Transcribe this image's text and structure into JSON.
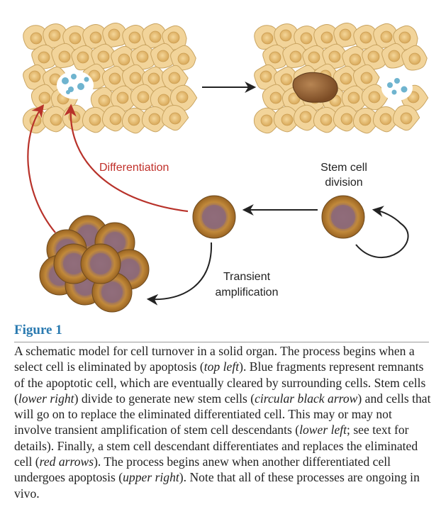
{
  "labels": {
    "differentiation": "Differentiation",
    "stem_cell_division_line1": "Stem cell",
    "stem_cell_division_line2": "division",
    "transient_line1": "Transient",
    "transient_line2": "amplification"
  },
  "figure": {
    "title": "Figure 1",
    "caption": [
      {
        "t": "A schematic model for cell turnover in a solid organ. The process begins when a select cell is eliminated by apoptosis ("
      },
      {
        "t": "top left",
        "i": true
      },
      {
        "t": "). Blue fragments represent remnants of the apoptotic cell, which are eventually cleared by surrounding cells. Stem cells ("
      },
      {
        "t": "lower right",
        "i": true
      },
      {
        "t": ") divide to generate new stem cells ("
      },
      {
        "t": "circular black arrow",
        "i": true
      },
      {
        "t": ") and cells that will go on to replace the eliminated differentiated cell. This may or may not involve transient amplification of stem cell descendants ("
      },
      {
        "t": "lower left",
        "i": true
      },
      {
        "t": "; see text for details). Finally, a stem cell descendant differentiates and replaces the eliminated cell ("
      },
      {
        "t": "red arrows",
        "i": true
      },
      {
        "t": "). The process begins anew when another differentiated cell undergoes apoptosis ("
      },
      {
        "t": "upper right",
        "i": true
      },
      {
        "t": "). Note that all of these processes are ongoing in vivo."
      }
    ]
  },
  "colors": {
    "tissue_cell": "#f2d49a",
    "tissue_cell_edge": "#c9a461",
    "nucleus": "#e8c073",
    "fragment": "#6fb4cf",
    "stem_outer": "#b8812d",
    "stem_inner": "#8d6a78",
    "apoptotic_cell": "#a06a3a",
    "red_arrow": "#b8322a",
    "black_arrow": "#222222",
    "red_label": "#c0302a",
    "caption_title": "#2a7ab0"
  },
  "icons": {
    "tissue_left": "tissue-with-apoptotic-gap",
    "tissue_right": "tissue-with-new-apoptosis",
    "stem_cell": "stem-cell",
    "descendant_cell": "descendant-cell",
    "cluster": "amplified-cell-cluster"
  }
}
